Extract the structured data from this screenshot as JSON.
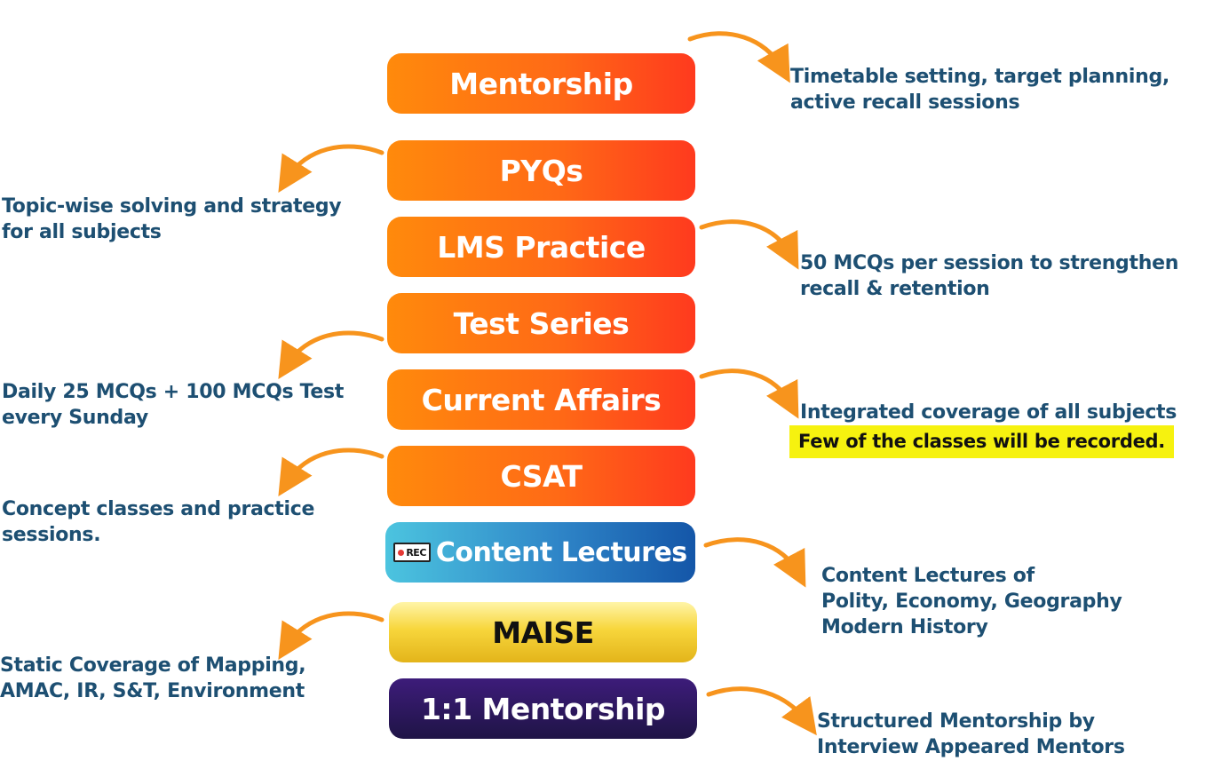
{
  "center_items": [
    {
      "label": "Mentorship"
    },
    {
      "label": "PYQs"
    },
    {
      "label": "LMS Practice"
    },
    {
      "label": "Test Series"
    },
    {
      "label": "Current Affairs"
    },
    {
      "label": "CSAT"
    },
    {
      "label": "Content Lectures",
      "badge": "REC"
    },
    {
      "label": "MAISE"
    },
    {
      "label": "1:1 Mentorship"
    }
  ],
  "descriptions": {
    "mentorship": [
      "Timetable setting, target planning,",
      "active recall sessions"
    ],
    "pyqs": [
      "Topic-wise solving and strategy",
      "for all subjects"
    ],
    "lms": [
      "50 MCQs per session to strengthen",
      "recall & retention"
    ],
    "test_series": [
      "Daily 25 MCQs + 100 MCQs Test",
      "every Sunday"
    ],
    "current_affairs": [
      "Integrated coverage of all subjects"
    ],
    "current_affairs_note": "Few of the classes will be recorded.",
    "csat": [
      "Concept classes and practice",
      "sessions."
    ],
    "content_lectures": [
      "Content Lectures of",
      "Polity, Economy, Geography",
      "Modern History"
    ],
    "maise": [
      "Static Coverage of Mapping,",
      "AMAC, IR, S&T, Environment"
    ],
    "one_on_one": [
      "Structured Mentorship by",
      "Interview Appeared Mentors"
    ]
  },
  "colors": {
    "arrow": "#f7941d",
    "description_text": "#1d4f72",
    "highlight": "#f6f20f"
  }
}
